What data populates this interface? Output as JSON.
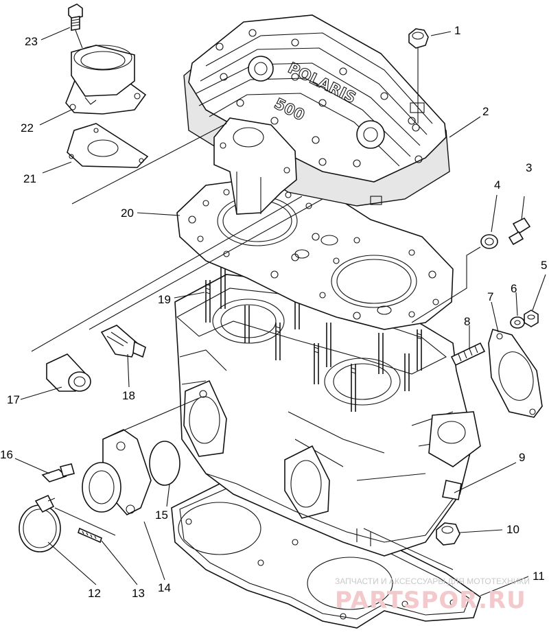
{
  "callouts": [
    {
      "id": "c1",
      "label": "1"
    },
    {
      "id": "c2",
      "label": "2"
    },
    {
      "id": "c3",
      "label": "3"
    },
    {
      "id": "c4",
      "label": "4"
    },
    {
      "id": "c5",
      "label": "5"
    },
    {
      "id": "c6",
      "label": "6"
    },
    {
      "id": "c7",
      "label": "7"
    },
    {
      "id": "c8",
      "label": "8"
    },
    {
      "id": "c9",
      "label": "9"
    },
    {
      "id": "c10",
      "label": "10"
    },
    {
      "id": "c11",
      "label": "11"
    },
    {
      "id": "c12",
      "label": "12"
    },
    {
      "id": "c13",
      "label": "13"
    },
    {
      "id": "c14",
      "label": "14"
    },
    {
      "id": "c15",
      "label": "15"
    },
    {
      "id": "c16",
      "label": "16"
    },
    {
      "id": "c17",
      "label": "17"
    },
    {
      "id": "c18",
      "label": "18"
    },
    {
      "id": "c19",
      "label": "19"
    },
    {
      "id": "c20",
      "label": "20"
    },
    {
      "id": "c21",
      "label": "21"
    },
    {
      "id": "c22",
      "label": "22"
    },
    {
      "id": "c23",
      "label": "23"
    }
  ],
  "casting_text": {
    "brand": "POLARIS",
    "model": "500"
  },
  "watermark": {
    "tagline": "ЗАПЧАСТИ И АКСЕССУАРЫ ДЛЯ МОТОТЕХНИКИ",
    "site": "PARTSPOR.RU"
  }
}
